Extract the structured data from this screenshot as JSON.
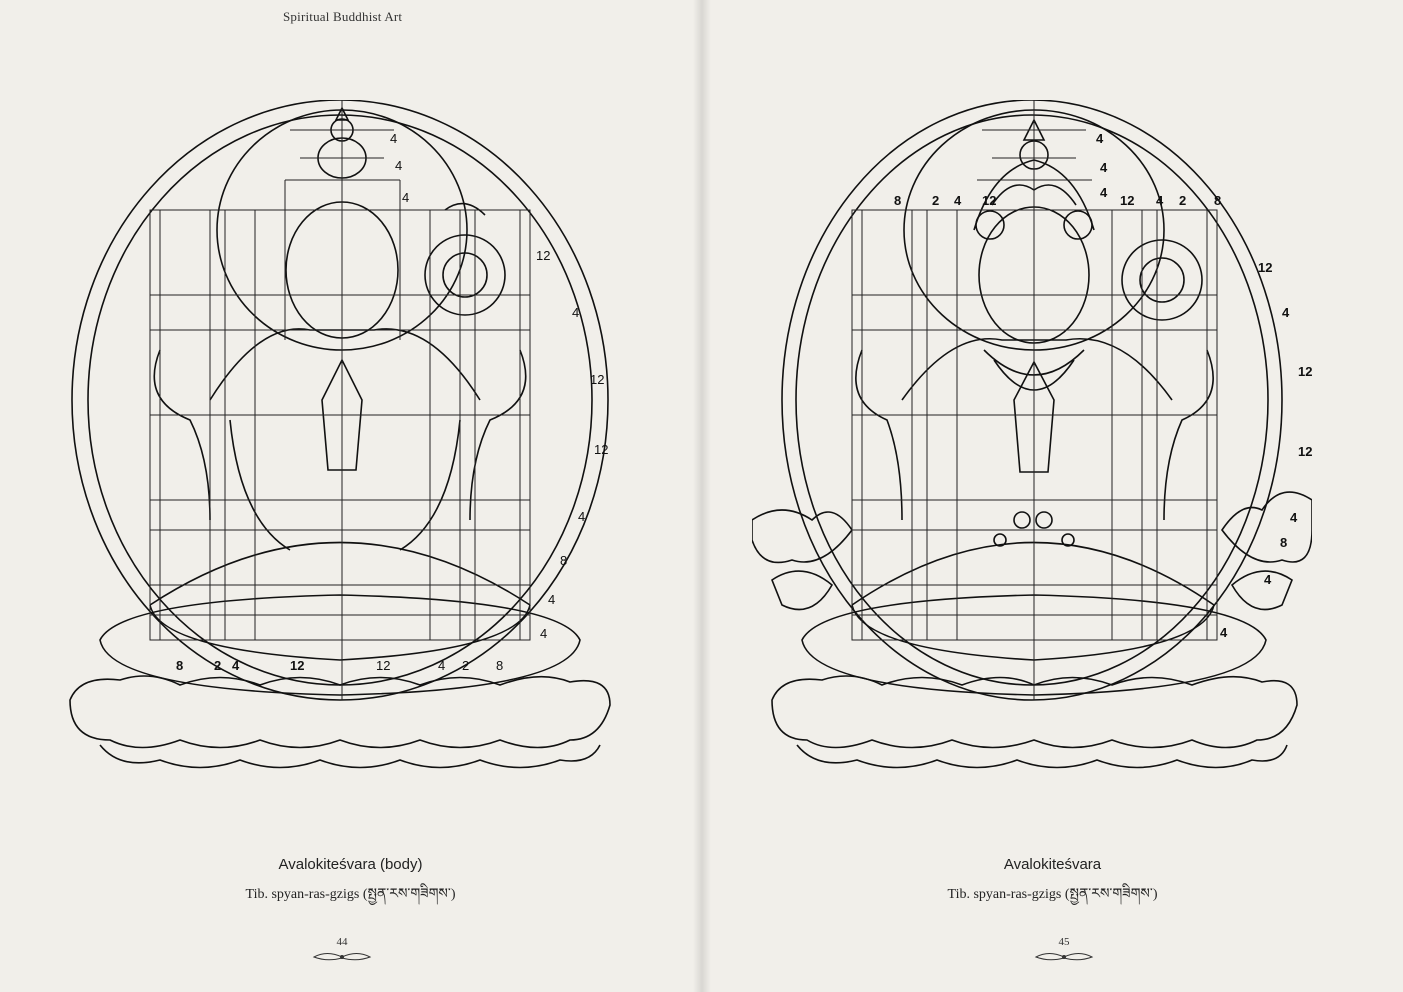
{
  "running_head": "Spiritual Buddhist Art",
  "left_page": {
    "title": "Avalokiteśvara (body)",
    "subtitle": "Tib. spyan-ras-gzigs (སྤྱན་རས་གཟིགས་)",
    "page_number": "44",
    "top_labels": [
      "4",
      "4",
      "4"
    ],
    "side_labels": [
      "12",
      "4",
      "12",
      "12",
      "4",
      "8",
      "4",
      "4"
    ],
    "bottom_labels": [
      "8",
      "2",
      "4",
      "12",
      "12",
      "4",
      "2",
      "8"
    ]
  },
  "right_page": {
    "title": "Avalokiteśvara",
    "subtitle": "Tib. spyan-ras-gzigs (སྤྱན་རས་གཟིགས་)",
    "page_number": "45",
    "top_labels": [
      "4",
      "4",
      "4"
    ],
    "header_labels": [
      "8",
      "2",
      "4",
      "12",
      "12",
      "4",
      "2",
      "8"
    ],
    "side_labels": [
      "12",
      "4",
      "12",
      "12",
      "4",
      "8",
      "4",
      "4"
    ]
  },
  "ornament": "lotus-ornament-icon"
}
